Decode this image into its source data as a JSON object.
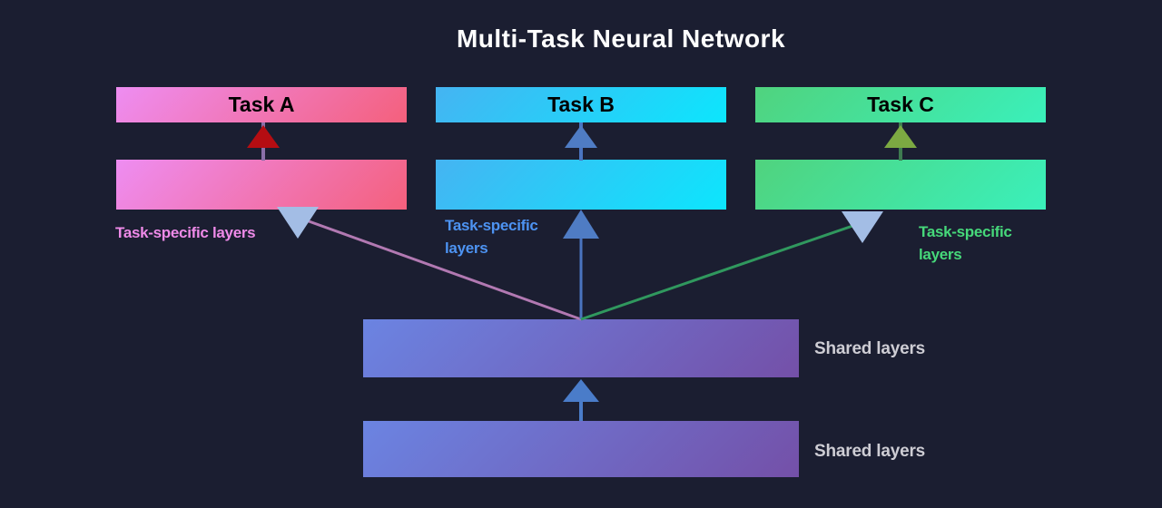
{
  "title": "Multi-Task Neural Network",
  "background_color": "#1b1e31",
  "title_color": "#ffffff",
  "box_text_color": "#000000",
  "tasks": [
    {
      "header_label": "Task A",
      "layer_label": "Task-specific layers",
      "gradient_start": "#ee8df2",
      "gradient_end": "#f4607c",
      "label_color": "#ee8ae8",
      "arrow_head_color": "#b50d12",
      "arrow_stem_color": "#8a6fa8",
      "connector_color": "#b279b2"
    },
    {
      "header_label": "Task B",
      "layer_label": "Task-specific layers",
      "gradient_start": "#45b4f2",
      "gradient_end": "#0ce6fd",
      "label_color": "#4d93f2",
      "arrow_head_color": "#4f7cc4",
      "arrow_stem_color": "#4a74c0",
      "connector_color": "#4a74c0"
    },
    {
      "header_label": "Task C",
      "layer_label": "Task-specific layers",
      "gradient_start": "#50d37e",
      "gradient_end": "#3af0bb",
      "label_color": "#46d87a",
      "arrow_head_color": "#7ca942",
      "arrow_stem_color": "#3e7b50",
      "connector_color": "#30985e"
    }
  ],
  "shared_layers": [
    {
      "label": "Shared layers"
    },
    {
      "label": "Shared layers"
    }
  ],
  "shared_style": {
    "gradient_start": "#6b84e2",
    "gradient_end": "#7450a8",
    "label_color": "#cecdd4",
    "arrow_color": "#4a7cc9"
  },
  "down_arrowhead_color": "#a3bde5"
}
